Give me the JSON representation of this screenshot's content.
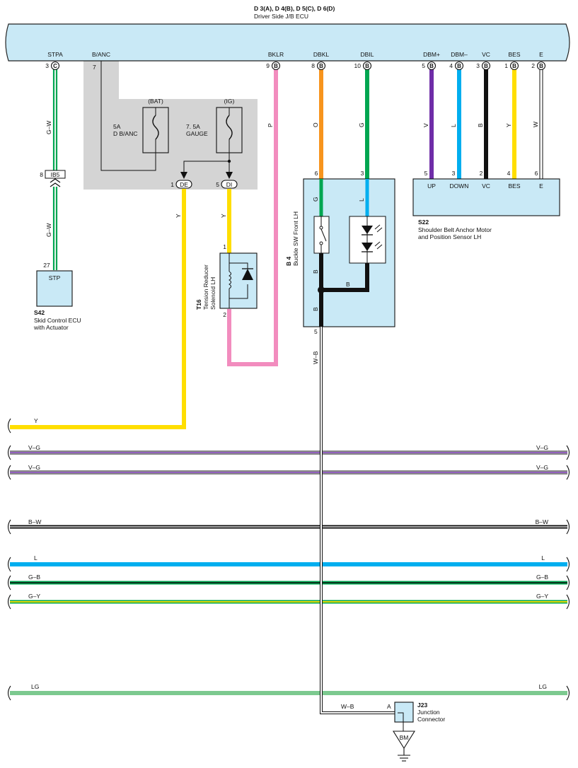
{
  "header": {
    "title": "D 3(A), D 4(B), D 5(C), D 6(D)",
    "subtitle": "Driver Side J/B ECU"
  },
  "ecu_pins": [
    {
      "label": "STPA",
      "pin": "3",
      "conn": "C"
    },
    {
      "label": "B/ANC",
      "pin": "7",
      "conn": ""
    },
    {
      "label": "BKLR",
      "pin": "9",
      "conn": "B"
    },
    {
      "label": "DBKL",
      "pin": "8",
      "conn": "B"
    },
    {
      "label": "DBIL",
      "pin": "10",
      "conn": "B"
    },
    {
      "label": "DBM+",
      "pin": "5",
      "conn": "B"
    },
    {
      "label": "DBM–",
      "pin": "4",
      "conn": "B"
    },
    {
      "label": "VC",
      "pin": "3",
      "conn": "B"
    },
    {
      "label": "BES",
      "pin": "1",
      "conn": "B"
    },
    {
      "label": "E",
      "pin": "2",
      "conn": "B"
    }
  ],
  "fuses": {
    "bat_title": "(BAT)",
    "bat_rating": "5A",
    "bat_name": "D B/ANC",
    "ig_title": "(IG)",
    "ig_rating": "7. 5A",
    "ig_name": "GAUGE"
  },
  "connectors": {
    "de_pin": "1",
    "de": "DE",
    "di_pin": "5",
    "di": "DI",
    "ib5_pin": "8",
    "ib5": "IB5"
  },
  "wire_codes": {
    "stpa_top": "G–W",
    "stpa_bottom": "G–W",
    "de": "Y",
    "di": "Y",
    "bklr": "P",
    "dbkl": "O",
    "dbil": "G",
    "dbm_plus": "V",
    "dbm_minus": "L",
    "vc": "B",
    "bes": "Y",
    "e": "W",
    "to_ground": "W–B",
    "junction": "W–B"
  },
  "s42": {
    "pin": "27",
    "label": "STP",
    "code": "S42",
    "name1": "Skid Control ECU",
    "name2": "with Actuator"
  },
  "t16": {
    "pin_top": "1",
    "pin_bottom": "2",
    "code": "T16",
    "name1": "Tension Reducer",
    "name2": "Solenoid LH"
  },
  "b4": {
    "pin_g": "6",
    "pin_l": "3",
    "pin_gnd": "5",
    "wire_g": "G",
    "wire_l": "L",
    "wire_b1": "B",
    "wire_b2": "B",
    "wire_b3": "B",
    "code": "B 4",
    "name": "Buckle SW Front LH"
  },
  "s22": {
    "pins": [
      "5",
      "3",
      "2",
      "4",
      "6"
    ],
    "labels": [
      "UP",
      "DOWN",
      "VC",
      "BES",
      "E"
    ],
    "code": "S22",
    "name1": "Shoulder Belt Anchor Motor",
    "name2": "and Position Sensor LH"
  },
  "j23": {
    "pin": "A",
    "code": "J23",
    "name1": "Junction",
    "name2": "Connector",
    "ground": "BM"
  },
  "buses": [
    {
      "left": "Y",
      "right": ""
    },
    {
      "left": "V–G",
      "right": "V–G"
    },
    {
      "left": "V–G",
      "right": "V–G"
    },
    {
      "left": "B–W",
      "right": "B–W"
    },
    {
      "left": "L",
      "right": "L"
    },
    {
      "left": "G–B",
      "right": "G–B"
    },
    {
      "left": "G–Y",
      "right": "G–Y"
    },
    {
      "left": "LG",
      "right": "LG"
    }
  ],
  "colors": {
    "ecu_fill": "#c9e9f6",
    "shade": "#d4d4d4",
    "yellow": "#ffde00",
    "pink": "#f28cbe",
    "orange": "#f7941d",
    "green": "#00a651",
    "blue": "#00aeef",
    "violet": "#6f2da8",
    "light_green": "#7cc98f"
  }
}
